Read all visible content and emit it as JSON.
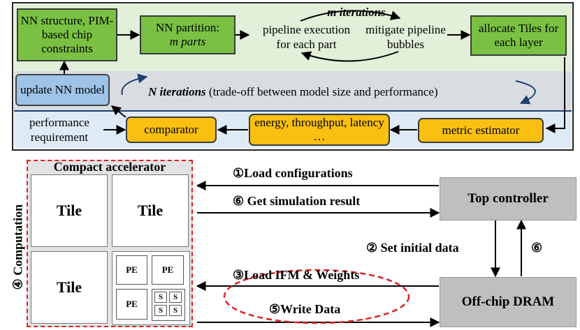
{
  "top": {
    "box_nn_structure": "NN structure, PIM-based chip constraints",
    "box_partition_l1": "NN partition:",
    "box_partition_l2": "m parts",
    "pipeline_exec_l1": "pipeline execution",
    "pipeline_exec_l2": "for each part",
    "m_iterations": "m iterations",
    "mitigate_l1": "mitigate pipeline",
    "mitigate_l2": "bubbles",
    "box_allocate": "allocate Tiles for each layer",
    "box_update": "update NN model",
    "n_iterations_bold": "N iterations",
    "n_iterations_rest": " (trade-off between model size and performance)",
    "performance": "performance requirement",
    "comparator": "comparator",
    "energy": "energy, throughput, latency …",
    "metric": "metric estimator"
  },
  "bottom": {
    "compact_title": "Compact accelerator",
    "computation_label": "④ Computation",
    "tile_label": "Tile",
    "pe_label": "PE",
    "s_label": "S",
    "top_controller": "Top controller",
    "offchip_dram": "Off-chip DRAM",
    "step1": "①Load configurations",
    "step6": "⑥ Get simulation result",
    "step2": "② Set initial data",
    "step6_short": "⑥",
    "step3": "③Load IFM & Weights",
    "step5": "⑤Write Data"
  },
  "colors": {
    "green": "#7ac143",
    "orange": "#f9c012",
    "blue_box": "#9dc3e6",
    "green_panel": "#e2efd9",
    "blue_panel": "#deebf7",
    "gray_box": "#bfbfbf",
    "red_dashed": "#e02020"
  }
}
